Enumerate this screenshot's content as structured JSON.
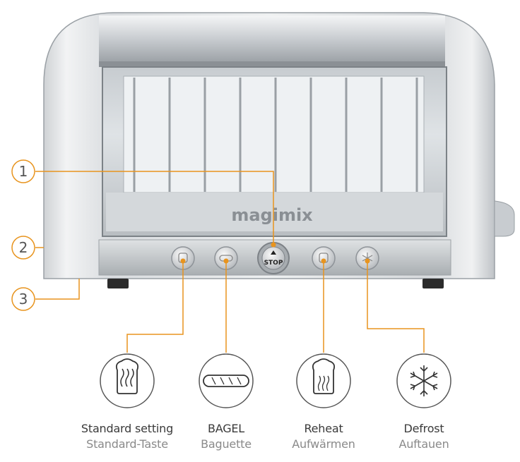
{
  "brand": "magimix",
  "control_button_label": "STOP",
  "callouts": [
    {
      "number": "1"
    },
    {
      "number": "2"
    },
    {
      "number": "3"
    }
  ],
  "functions": [
    {
      "icon": "standard-toast-icon",
      "label": "Standard setting",
      "label_de": "Standard-Taste"
    },
    {
      "icon": "bagel-baguette-icon",
      "label": "BAGEL",
      "label_de": "Baguette"
    },
    {
      "icon": "reheat-icon",
      "label": "Reheat",
      "label_de": "Aufwärmen"
    },
    {
      "icon": "defrost-snowflake-icon",
      "label": "Defrost",
      "label_de": "Auftauen"
    }
  ],
  "colors": {
    "callout_line": "#e8941e",
    "label_primary": "#3a3a3a",
    "label_secondary": "#8a8a8a"
  }
}
